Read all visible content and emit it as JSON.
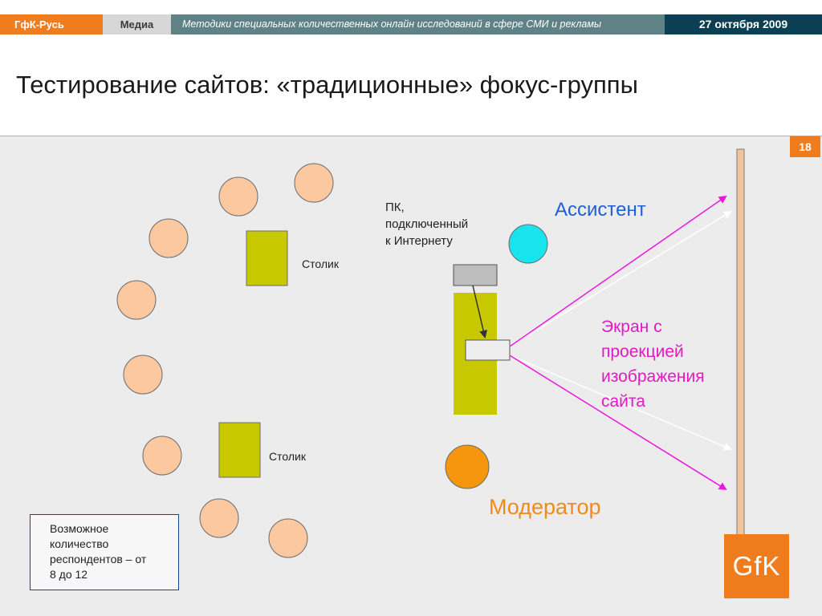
{
  "header": {
    "brand": "ГфК-Русь",
    "section": "Медиа",
    "description": "Методики специальных количественных онлайн исследований в сфере СМИ и рекламы",
    "date": "27 октября 2009"
  },
  "slide": {
    "title": "Тестирование сайтов: «традиционные» фокус-группы",
    "page_number": "18"
  },
  "diagram": {
    "pc_label": [
      "ПК,",
      "подключенный",
      "к Интернету"
    ],
    "assistant_label": "Ассистент",
    "moderator_label": "Модератор",
    "screen_label": [
      "Экран с",
      "проекцией",
      "изображения",
      "сайта"
    ],
    "table_label_1": "Столик",
    "table_label_2": "Столик",
    "respondents_note": [
      "Возможное",
      "количество",
      "респондентов – от",
      "8 до 12"
    ],
    "colors": {
      "respondent": "#fbc8a0",
      "table": "#c8c800",
      "assistant": "#18e4ee",
      "moderator": "#f5960c",
      "projection": "#ee16dc",
      "screen_bar": "#f2c49e",
      "accent": "#f07d1d"
    }
  },
  "logo_text": "GfK"
}
